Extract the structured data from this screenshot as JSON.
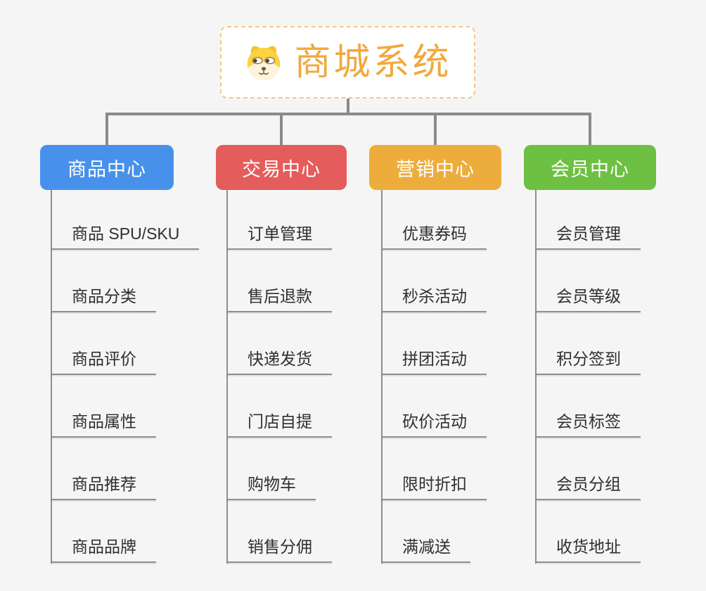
{
  "root": {
    "title": "商城系统",
    "icon": "shiba-dog-icon",
    "title_color": "#f0a93e",
    "border_color": "#f3c882"
  },
  "branches": [
    {
      "label": "商品中心",
      "color": "#4791eb",
      "items": [
        "商品 SPU/SKU",
        "商品分类",
        "商品评价",
        "商品属性",
        "商品推荐",
        "商品品牌"
      ]
    },
    {
      "label": "交易中心",
      "color": "#e45c5c",
      "items": [
        "订单管理",
        "售后退款",
        "快递发货",
        "门店自提",
        "购物车",
        "销售分佣"
      ]
    },
    {
      "label": "营销中心",
      "color": "#edad3d",
      "items": [
        "优惠券码",
        "秒杀活动",
        "拼团活动",
        "砍价活动",
        "限时折扣",
        "满减送"
      ]
    },
    {
      "label": "会员中心",
      "color": "#6dc042",
      "items": [
        "会员管理",
        "会员等级",
        "积分签到",
        "会员标签",
        "会员分组",
        "收货地址"
      ]
    }
  ],
  "style": {
    "background": "#f5f5f6",
    "connector_color": "#8a8a8a",
    "leaf_text_color": "#2f2f2f"
  }
}
